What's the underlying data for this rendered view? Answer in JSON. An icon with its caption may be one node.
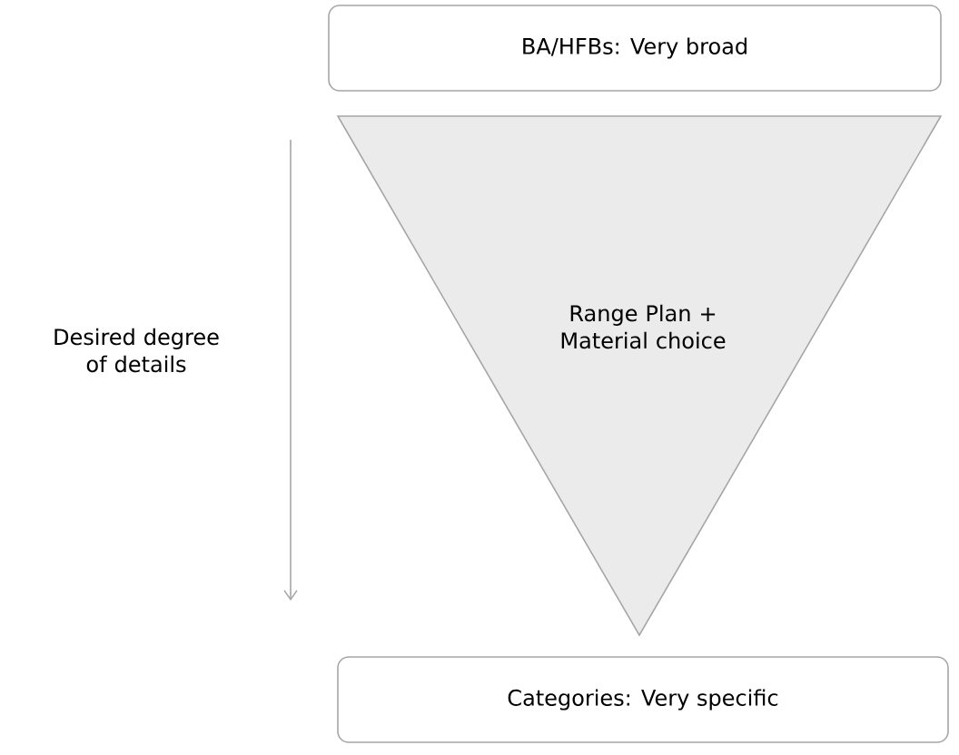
{
  "diagram": {
    "nodes": [
      {
        "text": [
          "BA/HFBs: Very broad"
        ]
      },
      {
        "text": [
          "Range Plan + Material choice"
        ]
      },
      {
        "text": [
          "Categories: Very specific"
        ]
      }
    ],
    "labels": [
      "Desired degree of details"
    ]
  }
}
